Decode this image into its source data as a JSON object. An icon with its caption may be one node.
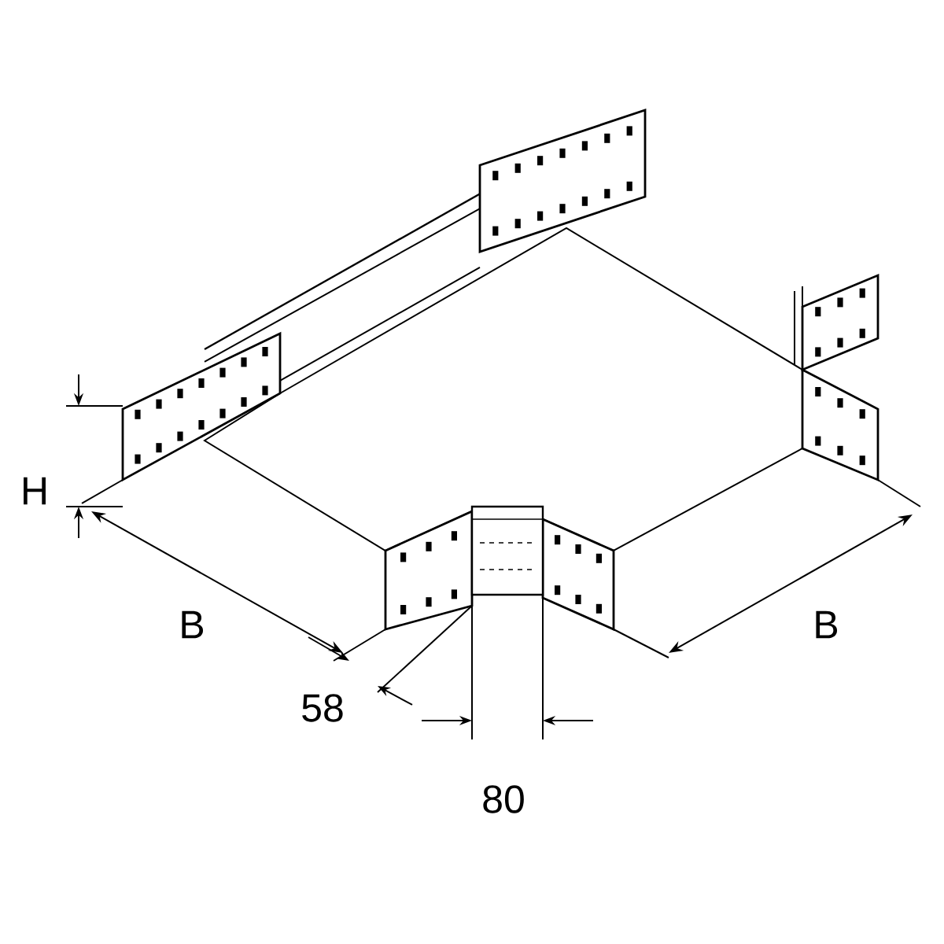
{
  "diagram": {
    "labels": [
      "H",
      "B",
      "B",
      "58",
      "80"
    ]
  }
}
